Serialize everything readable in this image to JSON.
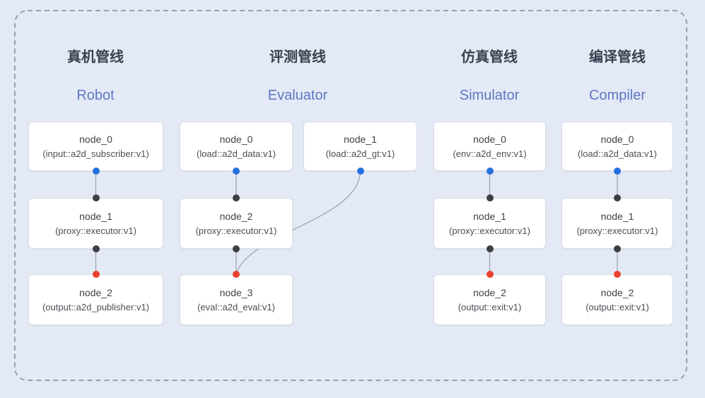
{
  "diagram": {
    "colors": {
      "background": "#e4e9f6",
      "frame_dash": "#99a0ab",
      "edge": "#98a0ae",
      "node_border": "#d9dde5",
      "node_bg": "#ffffff",
      "title_zh": "#3b4150",
      "title_en": "#5d78c2",
      "blue": "#2470e0",
      "dark": "#3c4043",
      "red": "#e8432e"
    },
    "pipelines": [
      {
        "id": "robot",
        "title_zh": "真机管线",
        "subtitle_en": "Robot",
        "nodes": [
          {
            "name": "node_0",
            "type": "(input::a2d_subscriber:v1)"
          },
          {
            "name": "node_1",
            "type": "(proxy::executor:v1)"
          },
          {
            "name": "node_2",
            "type": "(output::a2d_publisher:v1)"
          }
        ]
      },
      {
        "id": "evaluator",
        "title_zh": "评测管线",
        "subtitle_en": "Evaluator",
        "nodes": [
          {
            "name": "node_0",
            "type": "(load::a2d_data:v1)"
          },
          {
            "name": "node_1",
            "type": "(load::a2d_gt:v1)"
          },
          {
            "name": "node_2",
            "type": "(proxy::executor:v1)"
          },
          {
            "name": "node_3",
            "type": "(eval::a2d_eval:v1)"
          }
        ]
      },
      {
        "id": "simulator",
        "title_zh": "仿真管线",
        "subtitle_en": "Simulator",
        "nodes": [
          {
            "name": "node_0",
            "type": "(env::a2d_env:v1)"
          },
          {
            "name": "node_1",
            "type": "(proxy::executor:v1)"
          },
          {
            "name": "node_2",
            "type": "(output::exit:v1)"
          }
        ]
      },
      {
        "id": "compiler",
        "title_zh": "编译管线",
        "subtitle_en": "Compiler",
        "nodes": [
          {
            "name": "node_0",
            "type": "(load::a2d_data:v1)"
          },
          {
            "name": "node_1",
            "type": "(proxy::executor:v1)"
          },
          {
            "name": "node_2",
            "type": "(output::exit:v1)"
          }
        ]
      }
    ]
  }
}
